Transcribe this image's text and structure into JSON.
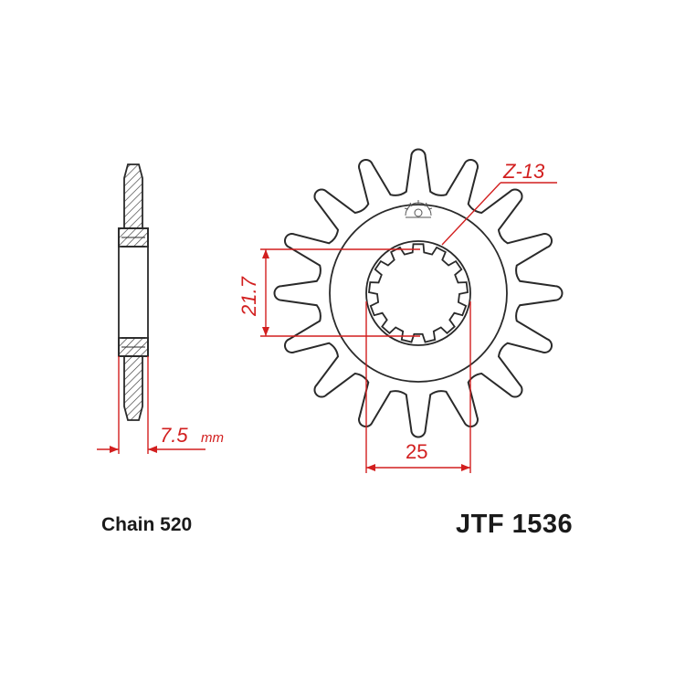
{
  "dimensions": {
    "width_value": "7.5",
    "width_unit": "mm",
    "spline_diameter": "21.7",
    "bore_diameter": "25",
    "spline_teeth": "Z-13"
  },
  "labels": {
    "chain": "Chain 520",
    "part_number": "JTF 1536"
  },
  "sprocket": {
    "teeth": 16,
    "spline_teeth": 13
  },
  "colors": {
    "outline": "#2a2a2a",
    "dimension": "#d21f1f",
    "hatch": "#333333",
    "background": "#ffffff"
  }
}
